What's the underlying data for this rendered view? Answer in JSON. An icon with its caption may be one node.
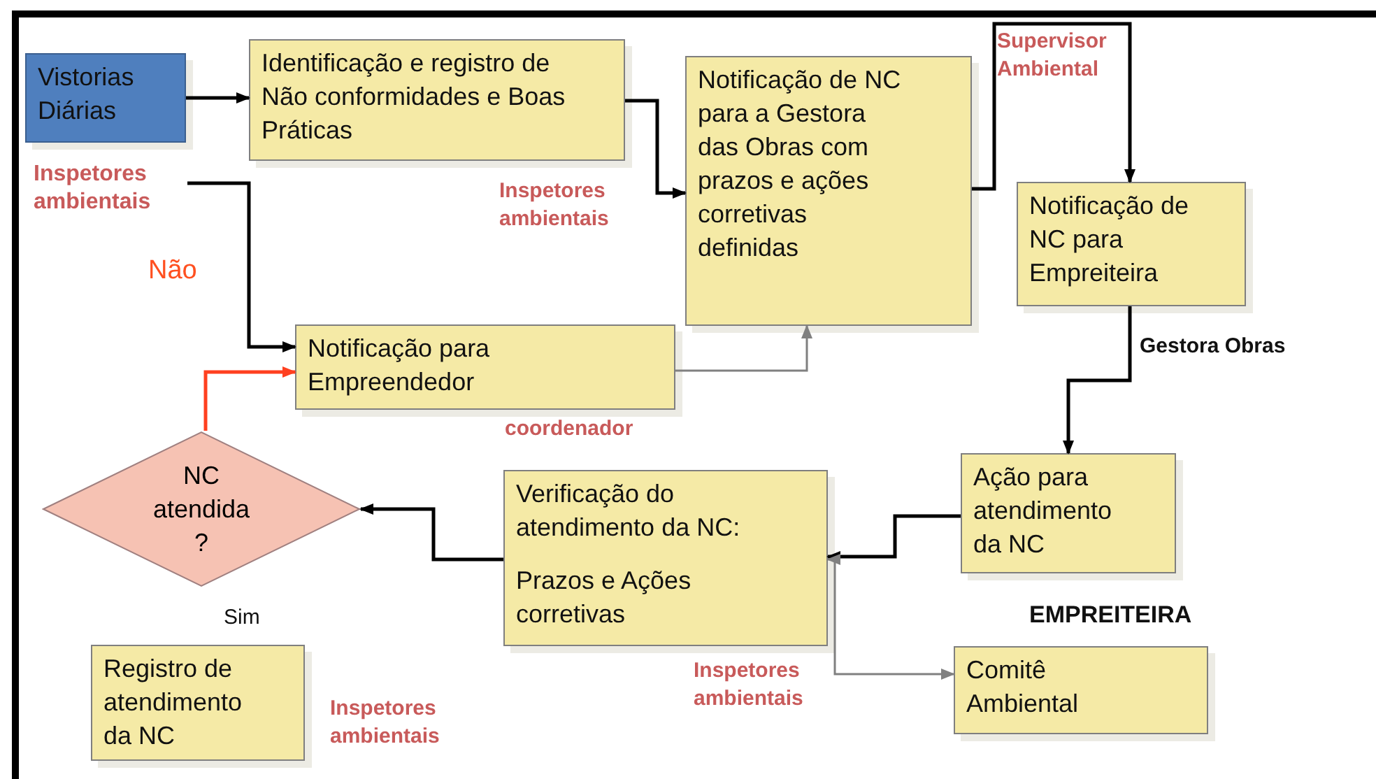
{
  "diagram": {
    "nodes": [
      {
        "text": [
          "Vistorias Diárias"
        ]
      },
      {
        "text": [
          "Identificação e registro de Não conformidades e Boas Práticas"
        ]
      },
      {
        "text": [
          "Notificação de NC para a Gestora das Obras com prazos e ações corretivas definidas"
        ]
      },
      {
        "text": [
          "Inspetores ambientais"
        ]
      },
      {
        "text": [
          "Notificação de NC para Empreiteira"
        ]
      },
      {
        "text": [
          "Notificação para Empreendedor"
        ]
      },
      {
        "text": [
          "NC atendida ?"
        ]
      },
      {
        "text": [
          "Verificação do atendimento da NC:",
          "Prazos e Ações corretivas"
        ]
      },
      {
        "text": [
          "Ação para atendimento da NC"
        ]
      },
      {
        "text": [
          "Registro de atendimento da NC"
        ]
      },
      {
        "text": [
          "Comitê Ambiental"
        ]
      }
    ],
    "edges": [
      {
        "from": 0,
        "to": 1,
        "arrow": "to"
      },
      {
        "from": 1,
        "to": 2,
        "arrow": "to"
      },
      {
        "from": 2,
        "to": 4,
        "arrow": "to"
      },
      {
        "from": 4,
        "to": 8,
        "arrow": "to"
      },
      {
        "from": 8,
        "to": 7,
        "arrow": "to"
      },
      {
        "from": 7,
        "to": 6,
        "arrow": "to"
      },
      {
        "from": 6,
        "to": 5,
        "arrow": "to",
        "color": "#ff4020"
      },
      {
        "from": 5,
        "to": 2,
        "arrow": "to",
        "color": "#808080"
      },
      {
        "from": 3,
        "to": 5,
        "arrow": "to"
      },
      {
        "from": 7,
        "to": 10,
        "arrow": "both",
        "color": "#808080"
      }
    ],
    "labels": [
      "Supervisor Ambiental",
      "Inspetores ambientais",
      "Não",
      "Gestora Obras",
      "coordenador",
      "Sim",
      "EMPREITEIRA",
      "Inspetores ambientais",
      "Inspetores ambientais"
    ]
  }
}
